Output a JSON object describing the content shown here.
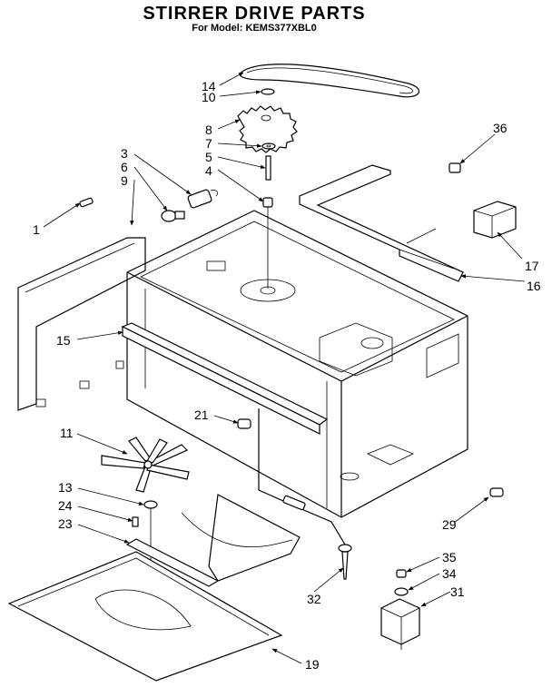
{
  "header": {
    "title": "STIRRER DRIVE PARTS",
    "subtitle": "For Model: KEMS377XBL0"
  },
  "callouts": [
    {
      "id": "c14",
      "text": "14"
    },
    {
      "id": "c10",
      "text": "10"
    },
    {
      "id": "c8",
      "text": "8"
    },
    {
      "id": "c7",
      "text": "7"
    },
    {
      "id": "c5",
      "text": "5"
    },
    {
      "id": "c4",
      "text": "4"
    },
    {
      "id": "c3",
      "text": "3"
    },
    {
      "id": "c6",
      "text": "6"
    },
    {
      "id": "c9",
      "text": "9"
    },
    {
      "id": "c1",
      "text": "1"
    },
    {
      "id": "c36",
      "text": "36"
    },
    {
      "id": "c17",
      "text": "17"
    },
    {
      "id": "c16",
      "text": "16"
    },
    {
      "id": "c15",
      "text": "15"
    },
    {
      "id": "c21",
      "text": "21"
    },
    {
      "id": "c11",
      "text": "11"
    },
    {
      "id": "c13",
      "text": "13"
    },
    {
      "id": "c24",
      "text": "24"
    },
    {
      "id": "c23",
      "text": "23"
    },
    {
      "id": "c29",
      "text": "29"
    },
    {
      "id": "c35",
      "text": "35"
    },
    {
      "id": "c34",
      "text": "34"
    },
    {
      "id": "c31",
      "text": "31"
    },
    {
      "id": "c32",
      "text": "32"
    },
    {
      "id": "c19",
      "text": "19"
    }
  ]
}
